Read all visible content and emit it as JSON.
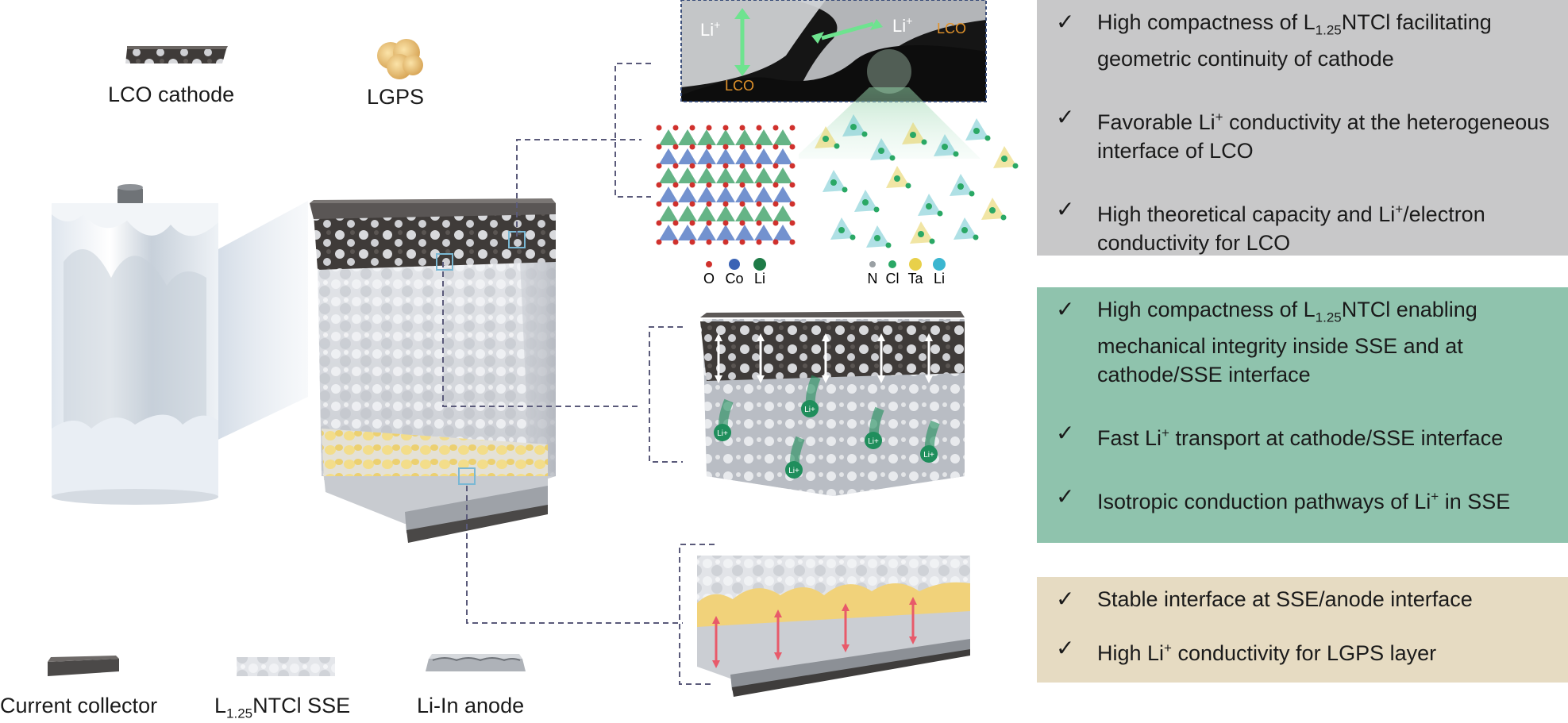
{
  "legend": {
    "lco_cathode": "LCO cathode",
    "lgps": "LGPS",
    "current_collector": "Current collector",
    "sse_prefix": "L",
    "sse_sub": "1.25",
    "sse_suffix": "NTCl SSE",
    "anode": "Li-In anode"
  },
  "top_inset": {
    "li_left": "Li",
    "li_left_sup": "+",
    "li_right": "Li",
    "li_right_sup": "+",
    "lco_right": "LCO",
    "lco_bottom": "LCO"
  },
  "mid_inset": {
    "li_labels": [
      "Li+",
      "Li+",
      "Li+",
      "Li+",
      "Li+"
    ]
  },
  "crystal_legend": {
    "left": [
      "O",
      "Co",
      "Li"
    ],
    "right": [
      "N",
      "Cl",
      "Ta",
      "Li"
    ]
  },
  "panels": {
    "cathode": {
      "color": "#c8c8c9",
      "items": [
        {
          "pre": "High compactness of L",
          "sub": "1.25",
          "post": "NTCl facilitating geometric continuity of cathode"
        },
        {
          "pre": "Favorable Li",
          "sup": "+",
          "post": " conductivity at the heterogeneous interface of LCO"
        },
        {
          "pre": "High theoretical capacity and Li",
          "sup": "+",
          "post": "/electron conductivity for LCO"
        }
      ]
    },
    "sse": {
      "color": "#8fc3ad",
      "items": [
        {
          "pre": "High compactness of L",
          "sub": "1.25",
          "post": "NTCl enabling mechanical integrity inside SSE and at cathode/SSE interface"
        },
        {
          "pre": "Fast Li",
          "sup": "+",
          "post": " transport at cathode/SSE interface"
        },
        {
          "pre": "Isotropic conduction pathways of Li",
          "sup": "+",
          "post": " in SSE"
        }
      ]
    },
    "anode": {
      "color": "#e6dbc2",
      "items": [
        {
          "pre": "Stable interface at SSE/anode interface"
        },
        {
          "pre": "High Li",
          "sup": "+",
          "post": " conductivity for LGPS layer"
        }
      ]
    }
  },
  "check_mark": "✓",
  "icons": [
    "lco-cathode-icon",
    "lgps-icon",
    "current-collector-icon",
    "sse-icon",
    "anode-icon",
    "battery-cylinder-icon",
    "layer-block-icon",
    "crystal-structure-icon"
  ]
}
